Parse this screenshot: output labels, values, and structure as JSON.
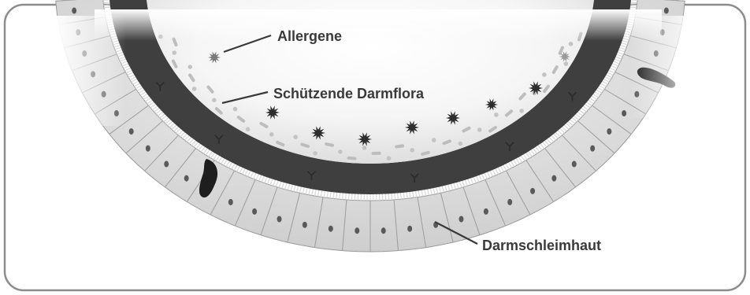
{
  "labels": {
    "allergens": "Allergene",
    "flora": "Schützende Darmflora",
    "mucosa": "Darmschleimhaut"
  },
  "colors": {
    "frame_border": "#8c8c8c",
    "text": "#3a3a3a",
    "mucus_layer": "#3f3f3f",
    "cell_fill": "#e4e4e4",
    "nucleus": "#5a5a5a"
  }
}
